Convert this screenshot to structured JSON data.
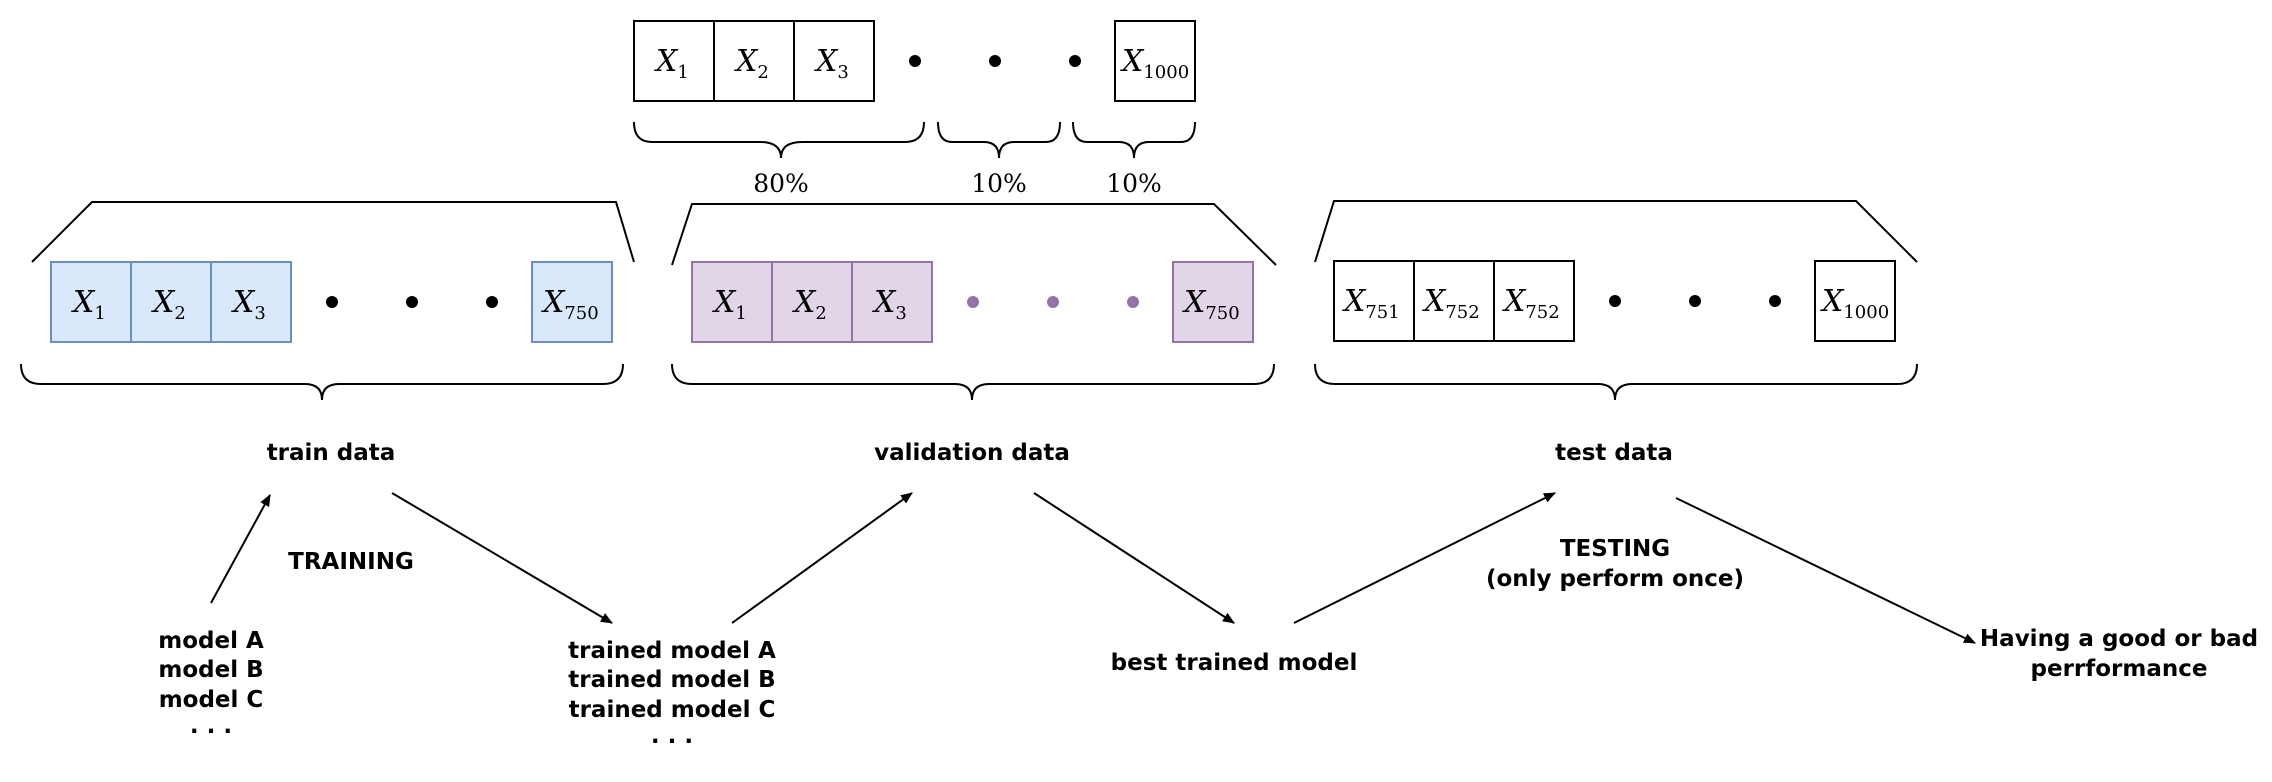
{
  "colors": {
    "train_fill": "#dae8fc",
    "train_stroke": "#6c8ebf",
    "val_fill": "#e1d5e7",
    "val_stroke": "#9673a6",
    "val_dot": "#9673a6",
    "default_stroke": "#000000"
  },
  "full_dataset": {
    "cells": [
      {
        "base": "X",
        "sub": "1"
      },
      {
        "base": "X",
        "sub": "2"
      },
      {
        "base": "X",
        "sub": "3"
      },
      {
        "base": "X",
        "sub": "1000"
      }
    ],
    "splits": [
      "80%",
      "10%",
      "10%"
    ]
  },
  "train": {
    "cells": [
      {
        "base": "X",
        "sub": "1"
      },
      {
        "base": "X",
        "sub": "2"
      },
      {
        "base": "X",
        "sub": "3"
      },
      {
        "base": "X",
        "sub": "750"
      }
    ],
    "label": "train data"
  },
  "validation": {
    "cells": [
      {
        "base": "X",
        "sub": "1"
      },
      {
        "base": "X",
        "sub": "2"
      },
      {
        "base": "X",
        "sub": "3"
      },
      {
        "base": "X",
        "sub": "750"
      }
    ],
    "label": "validation data"
  },
  "test": {
    "cells": [
      {
        "base": "X",
        "sub": "751"
      },
      {
        "base": "X",
        "sub": "752"
      },
      {
        "base": "X",
        "sub": "752"
      },
      {
        "base": "X",
        "sub": "1000"
      }
    ],
    "label": "test data"
  },
  "flow": {
    "models": [
      "model A",
      "model B",
      "model C",
      ". . ."
    ],
    "training_label": "TRAINING",
    "trained_models": [
      "trained model A",
      "trained model B",
      "trained model C",
      ". . ."
    ],
    "best_model": "best trained model",
    "testing_label": [
      "TESTING",
      "(only perform once)"
    ],
    "result": [
      "Having a good or bad",
      "perrformance"
    ]
  }
}
